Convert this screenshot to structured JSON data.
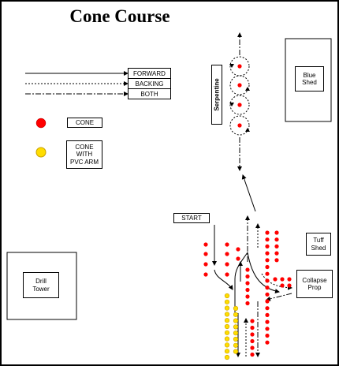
{
  "title": "Cone Course",
  "legend": {
    "forward": "FORWARD",
    "backing": "BACKING",
    "both": "BOTH",
    "cone": "CONE",
    "cone_pvc": "CONE\nWITH\nPVC ARM"
  },
  "labels": {
    "serpentine": "Serpentine",
    "blue_shed": "Blue\nShed",
    "start": "START",
    "tuff_shed": "Tuff\nShed",
    "collapse_prop": "Collapse\nProp",
    "drill_tower": "Drill\nTower"
  },
  "colors": {
    "cone": "#ff0000",
    "cone_pvc": "#ffdd00",
    "cone_pvc_stroke": "#c8a000"
  }
}
